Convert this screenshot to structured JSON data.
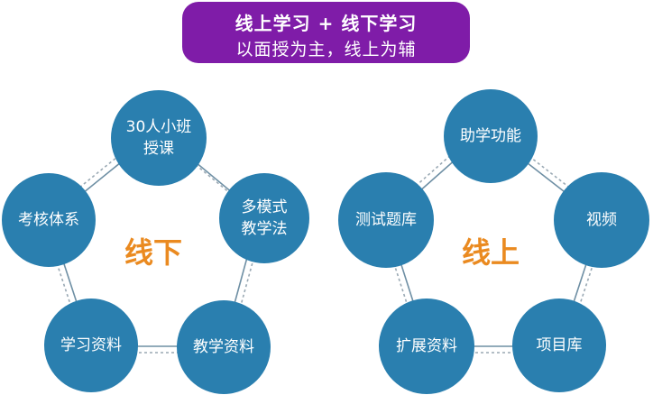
{
  "banner": {
    "title": "线上学习 + 线下学习",
    "subtitle": "以面授为主，线上为辅",
    "color": "#7f1ca8"
  },
  "colors": {
    "node": "#2a7faf",
    "accent": "#ea8a20",
    "connector_outer": "#6e8fa4",
    "connector_dashed": "#9aa9b4"
  },
  "offline": {
    "label": "线下",
    "nodes": [
      {
        "text": "30人小班\n授课"
      },
      {
        "text": "多模式\n教学法"
      },
      {
        "text": "教学资料"
      },
      {
        "text": "学习资料"
      },
      {
        "text": "考核体系"
      }
    ]
  },
  "online": {
    "label": "线上",
    "nodes": [
      {
        "text": "助学功能"
      },
      {
        "text": "视频"
      },
      {
        "text": "项目库"
      },
      {
        "text": "扩展资料"
      },
      {
        "text": "测试题库"
      }
    ]
  }
}
